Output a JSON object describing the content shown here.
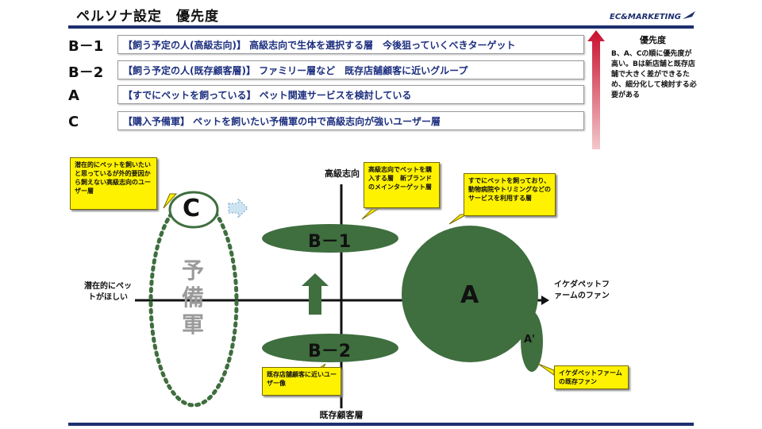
{
  "header": {
    "title": "ペルソナ設定　優先度",
    "logo": "EC&MARKETING"
  },
  "rows": [
    {
      "code": "B－1",
      "text": "【飼う予定の人(高級志向)】 高級志向で生体を選択する層　今後狙っていくべきターゲット"
    },
    {
      "code": "B－2",
      "text": "【飼う予定の人(既存顧客層)】 ファミリー層など　既存店舗顧客に近いグループ"
    },
    {
      "code": "A",
      "text": "【すでにペットを飼っている】 ペット関連サービスを検討している"
    },
    {
      "code": "C",
      "text": "【購入予備軍】 ペットを飼いたい予備軍の中で高級志向が強いユーザー層"
    }
  ],
  "priority": {
    "title": "優先度",
    "note": "B、A、Cの順に優先度が高い。Bは新店舗と既存店舗で大きく差ができるため、細分化して検討する必要がある"
  },
  "axes": {
    "top": "高級志向",
    "bottom": "既存顧客層",
    "left": "潜在的にペットがほしい",
    "right": "イケダペットファームのファン"
  },
  "segments": {
    "c_label": "C",
    "reserve": "予備軍",
    "b1": "B－1",
    "b2": "B－2",
    "a": "A",
    "a_prime": "A'"
  },
  "callouts": {
    "c": "潜在的にペットを飼いたいと思っているが外的要因から飼えない高級志向のユーザー層",
    "b1": "高級志向でペットを購入する層　新ブランドのメインターゲット層",
    "a": "すでにペットを飼っており、動物病院やトリミングなどのサービスを利用する層",
    "b2": "既存店舗顧客に近いユーザー像",
    "a_prime": "イケダペットファームの既存ファン"
  },
  "colors": {
    "navy": "#1d2f6f",
    "green": "#3f6e3f",
    "callout": "#fff200",
    "priority_arrow": "#c8102e"
  }
}
